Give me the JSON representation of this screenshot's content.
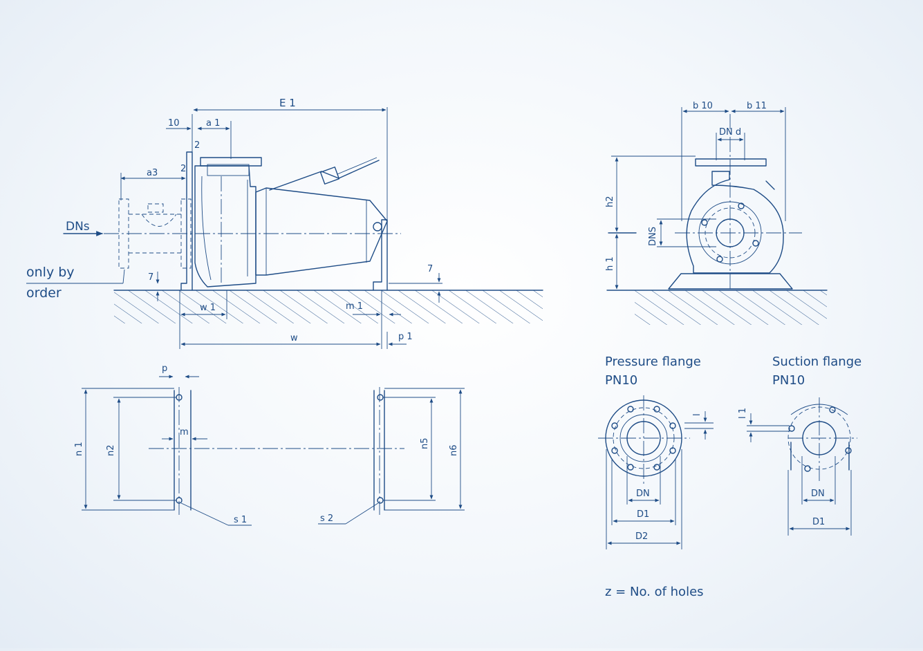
{
  "annotations": {
    "only_by_order_1": "only by",
    "only_by_order_2": "order",
    "pressure_flange": "Pressure flange",
    "pressure_pn": "PN10",
    "suction_flange": "Suction flange",
    "suction_pn": "PN10",
    "holes_note": "z = No. of holes"
  },
  "side_view_dims": {
    "E1": "E 1",
    "d10": "10",
    "a1": "a 1",
    "a3": "a3",
    "two_a": "2",
    "two_b": "2",
    "DNs": "DNs",
    "seven_left": "7",
    "seven_right": "7",
    "w1": "w 1",
    "m1": "m 1",
    "w": "w",
    "p1": "p 1"
  },
  "front_view_dims": {
    "b10": "b 10",
    "b11": "b 11",
    "DNd": "DN d",
    "h2": "h2",
    "h1": "h 1",
    "DNS": "DNS"
  },
  "base_plan_dims": {
    "p": "p",
    "m": "m",
    "n1": "n 1",
    "n2": "n2",
    "n5": "n5",
    "n6": "n6",
    "s1": "s 1",
    "s2": "s 2"
  },
  "flange_dims": {
    "press_l": "l",
    "press_DN": "DN",
    "press_D1": "D1",
    "press_D2": "D2",
    "suct_l1": "l 1",
    "suct_DN": "DN",
    "suct_D1": "D1"
  },
  "colors": {
    "ink": "#1e4c86",
    "background": "#f3f7fb"
  }
}
